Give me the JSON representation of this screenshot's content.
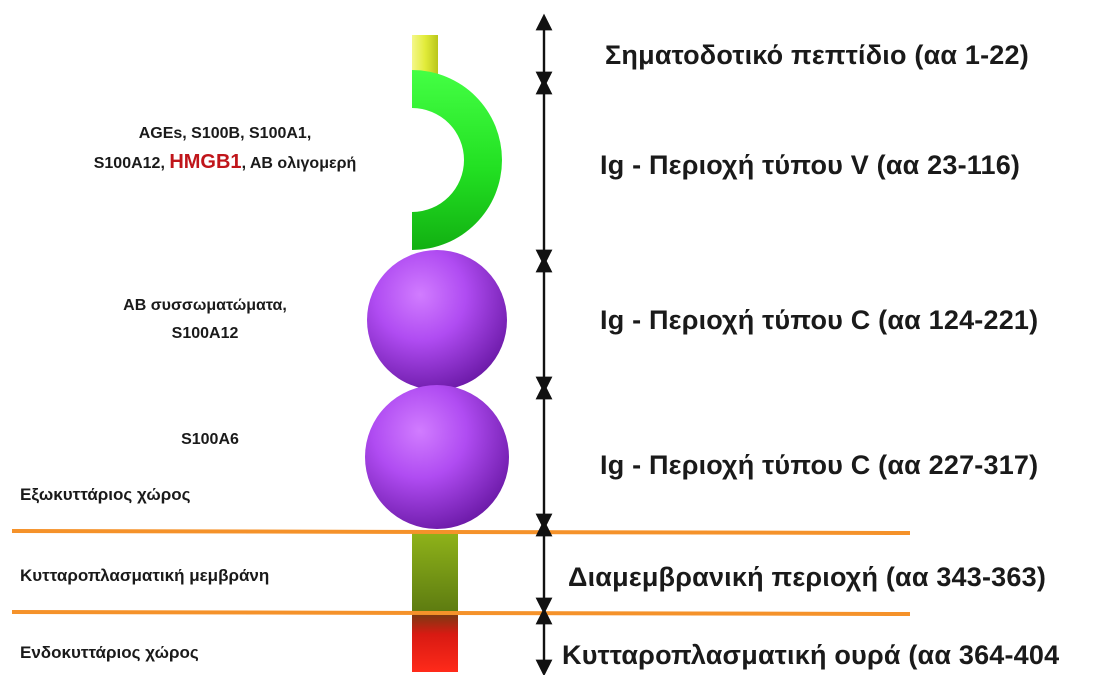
{
  "regions": [
    {
      "label": "Σηματοδοτικό πεπτίδιο (αα 1-22)"
    },
    {
      "label": "Ig - Περιοχή τύπου V (αα 23-116)"
    },
    {
      "label": "Ig - Περιοχή τύπου C (αα 124-221)"
    },
    {
      "label": "Ig - Περιοχή τύπου C (αα 227-317)"
    },
    {
      "label": "Διαμεμβρανική περιοχή (αα 343-363)"
    },
    {
      "label": "Κυτταροπλασματική ουρά (αα 364-404"
    }
  ],
  "ligands": {
    "v_domain": {
      "line1": "AGEs, S100B, S100A1,",
      "line2_pre": "S100A12, ",
      "line2_highlight": "HMGB1",
      "line2_post": ",  AB ολιγομερή"
    },
    "c1_domain": {
      "line1": "AB συσσωματώματα,",
      "line2": "S100A12"
    },
    "c2_domain": {
      "line1": "S100A6"
    }
  },
  "spaces": {
    "extracellular": "Εξωκυττάριος χώρος",
    "membrane": "Κυτταροπλασματική μεμβράνη",
    "intracellular": "Ενδοκυττάριος χώρος"
  },
  "colors": {
    "signal_peptide": "#e2ec3a",
    "v_domain": "#22dd22",
    "c_domain": "#aa44ee",
    "transmembrane": "#7fa51c",
    "cytoplasmic_tail": "#e01010",
    "membrane_line": "#f5922a",
    "highlight_text": "#c0151a"
  }
}
